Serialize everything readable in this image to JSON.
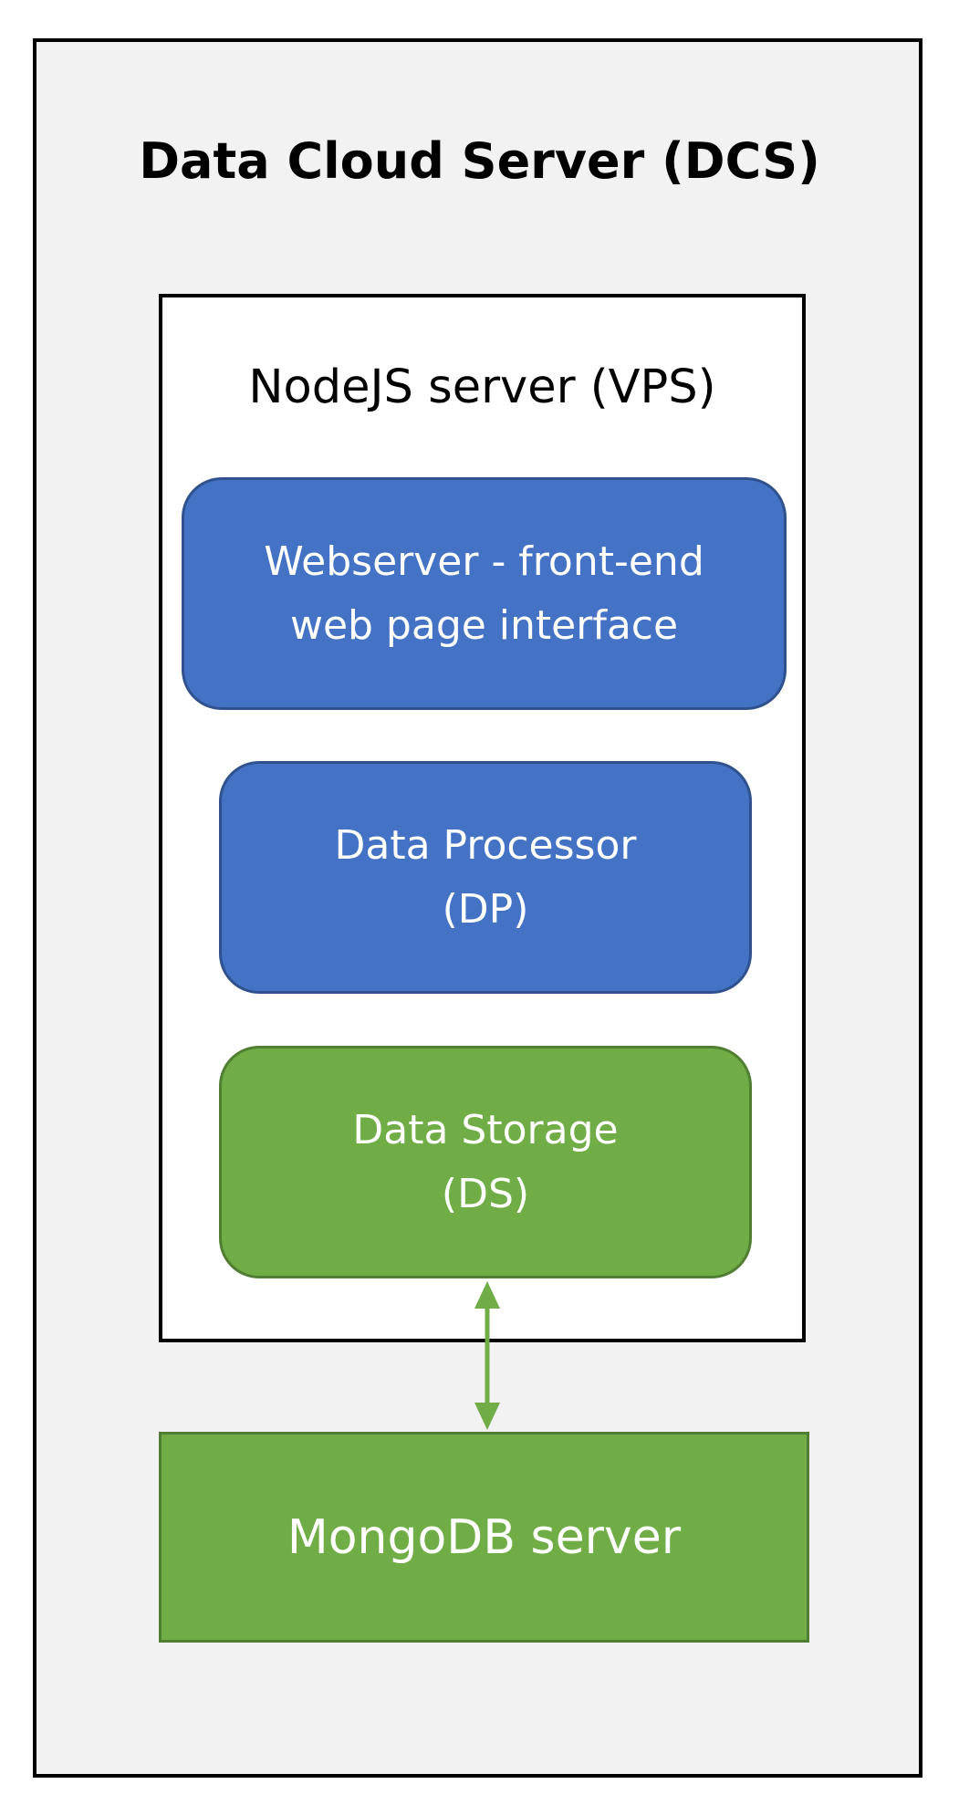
{
  "diagram": {
    "outer_title": "Data Cloud Server (DCS)",
    "inner_title": "NodeJS server (VPS)",
    "webserver": {
      "line1": "Webserver - front-end",
      "line2": "web page interface"
    },
    "processor": {
      "line1": "Data Processor",
      "line2": "(DP)"
    },
    "storage": {
      "line1": "Data Storage",
      "line2": "(DS)"
    },
    "mongo": "MongoDB server"
  },
  "colors": {
    "blue_box": "#4472c4",
    "green_box": "#70ad47",
    "outer_background": "#f2f2f2",
    "arrow": "#70ad47"
  }
}
